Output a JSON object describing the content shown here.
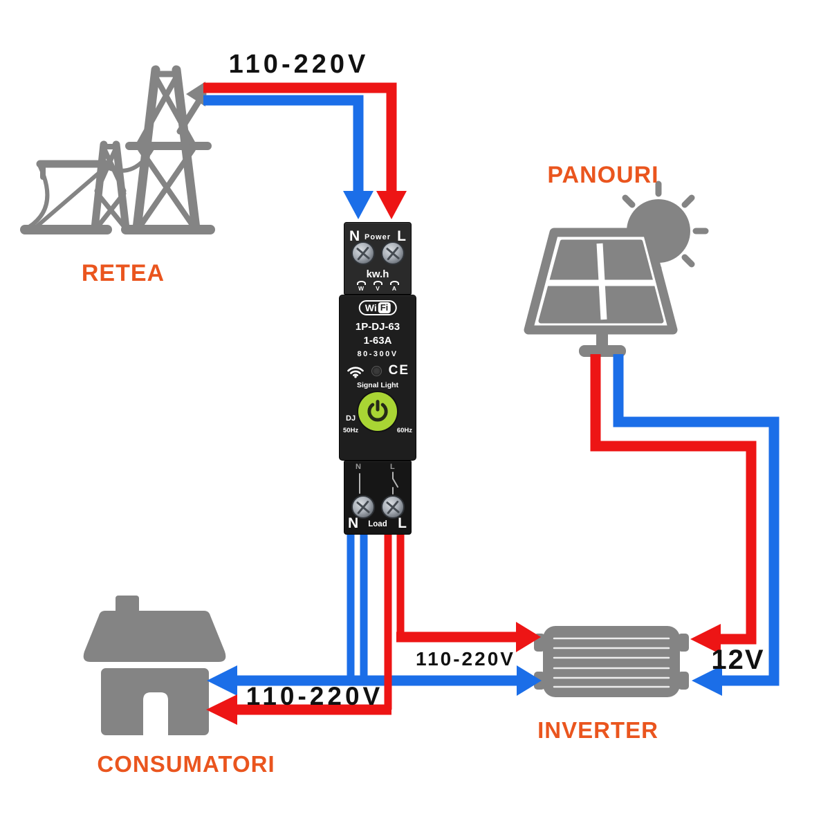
{
  "colors": {
    "wire-red": "#ED1515",
    "wire-blue": "#1B6EE8",
    "accent-orange": "#EA551E",
    "icon-gray": "#848484",
    "meter-green": "#A9D534"
  },
  "labels": {
    "grid_voltage": "110-220V",
    "grid_name": "RETEA",
    "panels_name": "PANOURI",
    "consumers_name": "CONSUMATORI",
    "consumers_voltage": "110-220V",
    "inverter_name": "INVERTER",
    "inverter_ac_voltage": "110-220V",
    "inverter_dc_voltage": "12V"
  },
  "meter": {
    "power_side": {
      "neutral": "N",
      "title": "Power",
      "line": "L"
    },
    "display": {
      "energy_unit": "kw.h",
      "units": [
        "W",
        "V",
        "A"
      ]
    },
    "wifi_logo": {
      "wi": "Wi",
      "fi": "Fi"
    },
    "model": "1P-DJ-63",
    "current_range": "1-63A",
    "voltage_range": "80-300V",
    "signal_light": "Signal Light",
    "ce_mark": "CE",
    "type_code": "DJ",
    "frequency_min": "50Hz",
    "frequency_max": "60Hz",
    "load_side": {
      "neutral": "N",
      "title": "Load",
      "line": "L"
    }
  }
}
